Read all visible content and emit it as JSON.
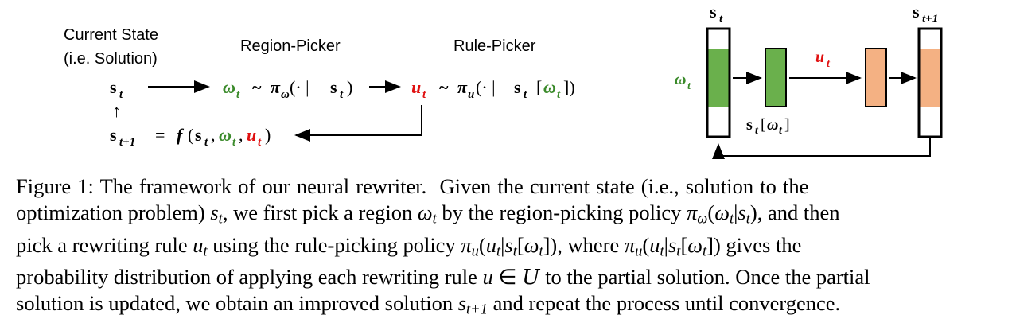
{
  "diagram": {
    "current_state_label_1": "Current State",
    "current_state_label_2": "(i.e. Solution)",
    "region_picker_label": "Region-Picker",
    "rule_picker_label": "Rule-Picker",
    "s_t": "s",
    "t_sub": "t",
    "t1_sub": "t+1",
    "omega": "ω",
    "tilde": "~",
    "pi": "π",
    "u": "u",
    "region_policy_arg": "(· |",
    "rule_policy_arg": "(· |",
    "rule_state_slice_open": "[",
    "rule_state_slice_close": "])",
    "close_paren": ")",
    "update_lhs_eq": "=",
    "update_f": "f",
    "update_open": "(",
    "update_comma": ",",
    "update_close": ")",
    "up_arrow": "↑",
    "colors": {
      "omega_green": "#3a8a2a",
      "u_red": "#e01010",
      "bar_green": "#6ab04c",
      "bar_orange": "#f4b183"
    }
  },
  "figure_right": {
    "s_t_label": "s",
    "s_t1_label": "s",
    "omega_label": "ω",
    "u_label": "u",
    "slice_label": "s",
    "slice_bracket_open": "[",
    "slice_bracket_close": "]"
  },
  "caption": {
    "lines": [
      "Figure 1: The framework of our neural rewriter.  Given the current state (i.e., solution to the",
      "optimization problem) s_t, we first pick a region ω_t by the region-picking policy π_ω(ω_t|s_t), and then",
      "pick a rewriting rule u_t using the rule-picking policy π_u(u_t|s_t[ω_t]), where π_u(u_t|s_t[ω_t]) gives the",
      "probability distribution of applying each rewriting rule u ∈ U to the partial solution. Once the partial",
      "solution is updated, we obtain an improved solution s_{t+1} and repeat the process until convergence."
    ]
  }
}
